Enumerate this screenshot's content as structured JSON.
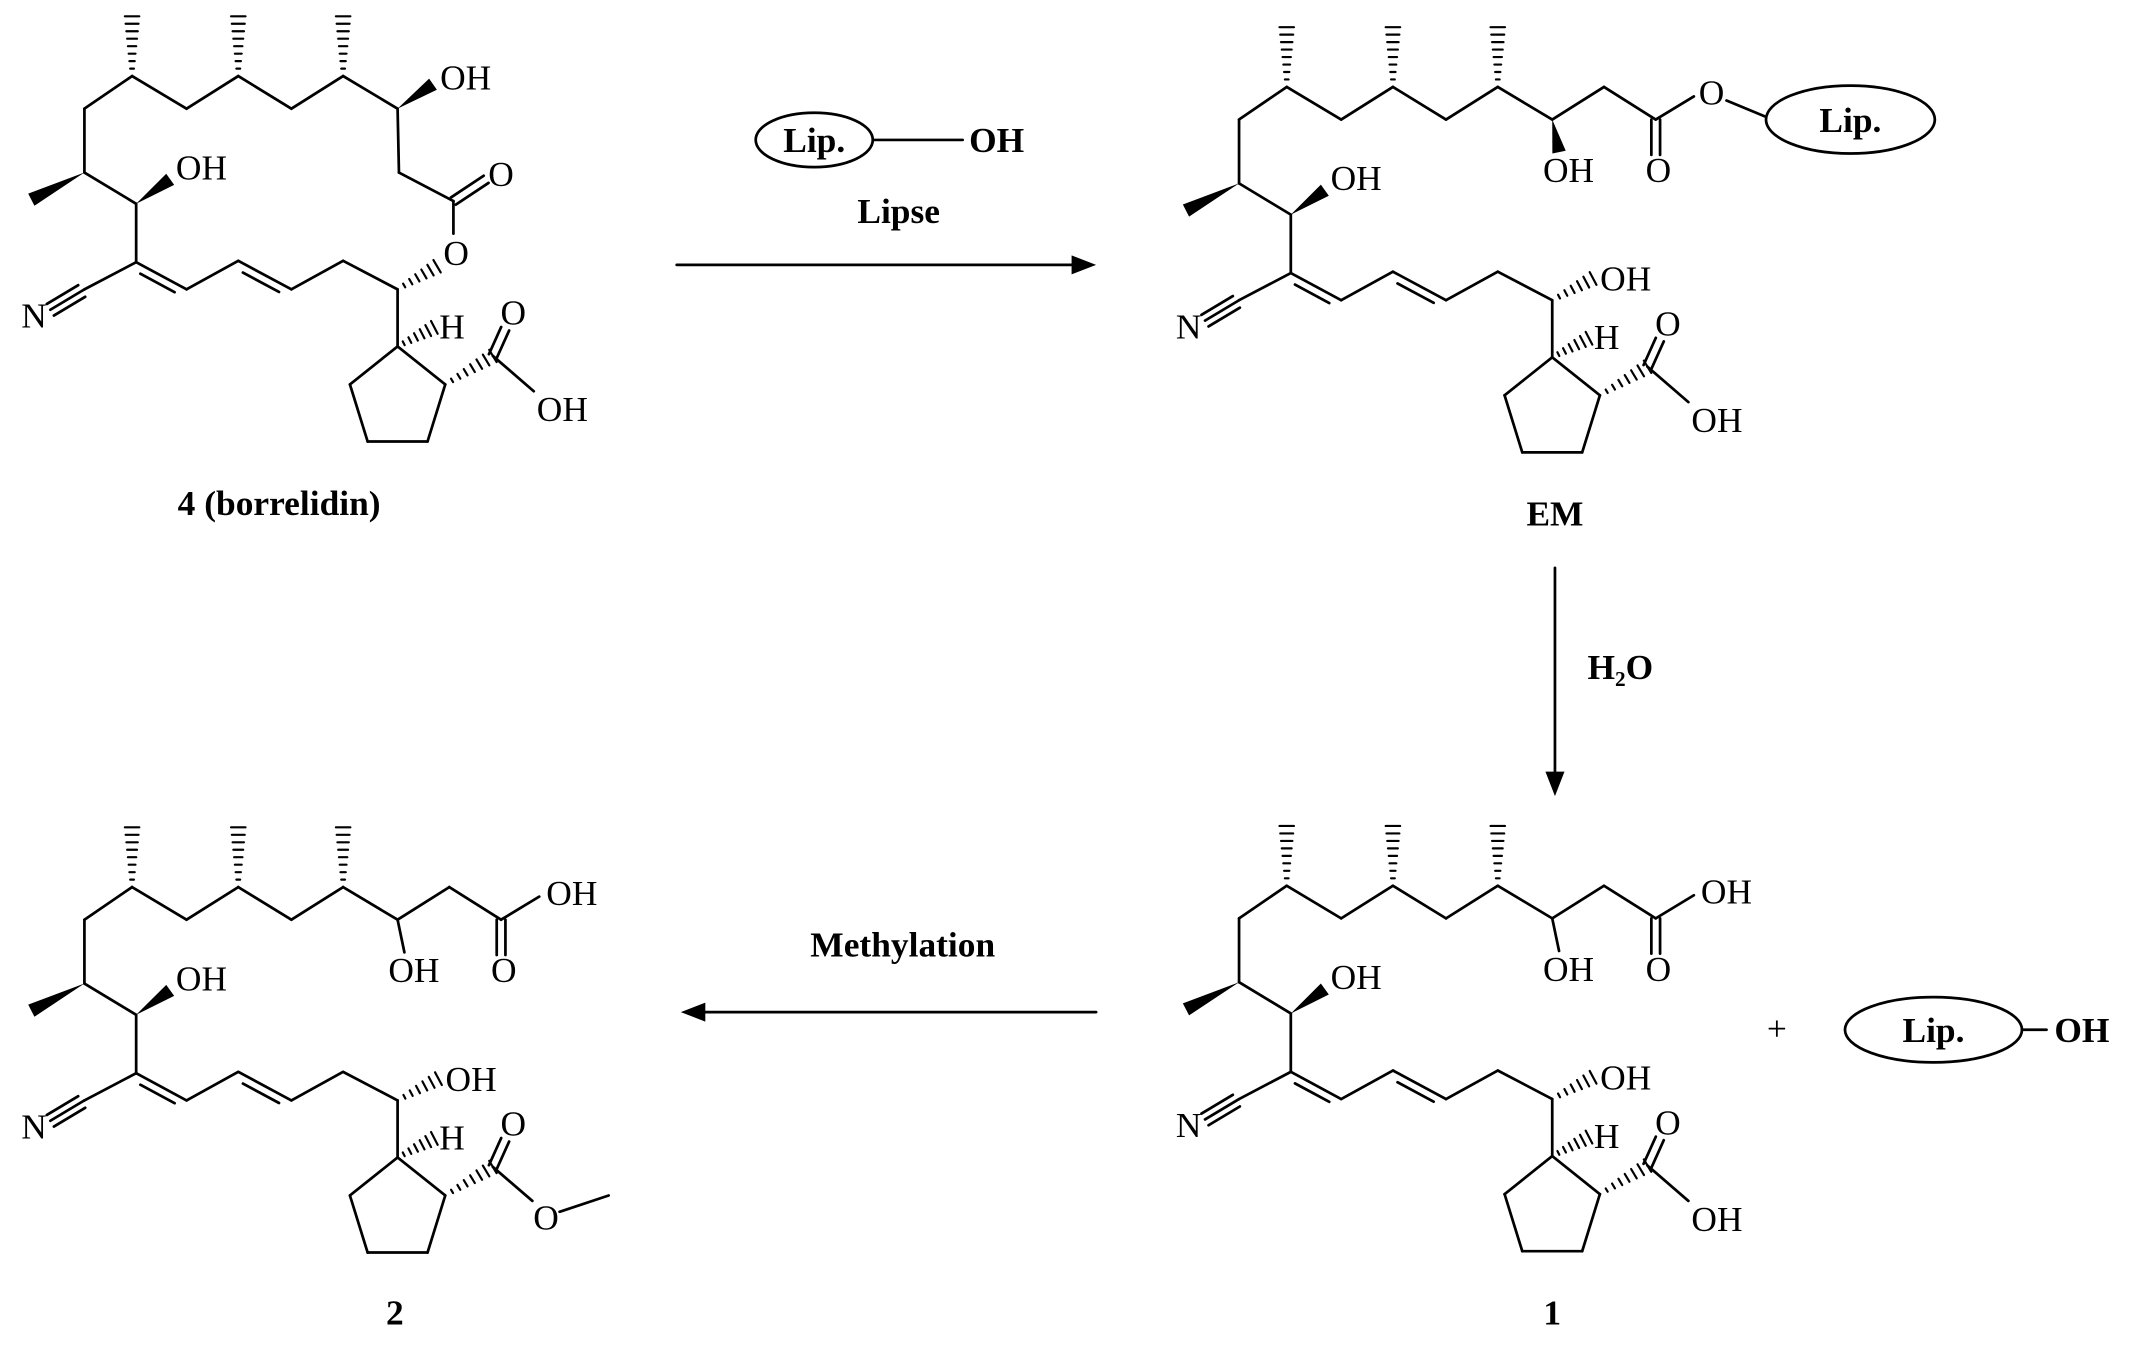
{
  "atoms": {
    "oh": "OH",
    "o": "O",
    "n": "N",
    "h": "H"
  },
  "reagents": {
    "lipase": "Lip.",
    "hydroxyl": "OH",
    "plus": "+"
  },
  "steps": {
    "lipase_step": "Lipse",
    "hydrolysis_step": "H₂O",
    "methylation_step": "Methylation"
  },
  "compounds": {
    "borrelidin": "4 (borrelidin)",
    "em": "EM",
    "one": "1",
    "two": "2"
  }
}
